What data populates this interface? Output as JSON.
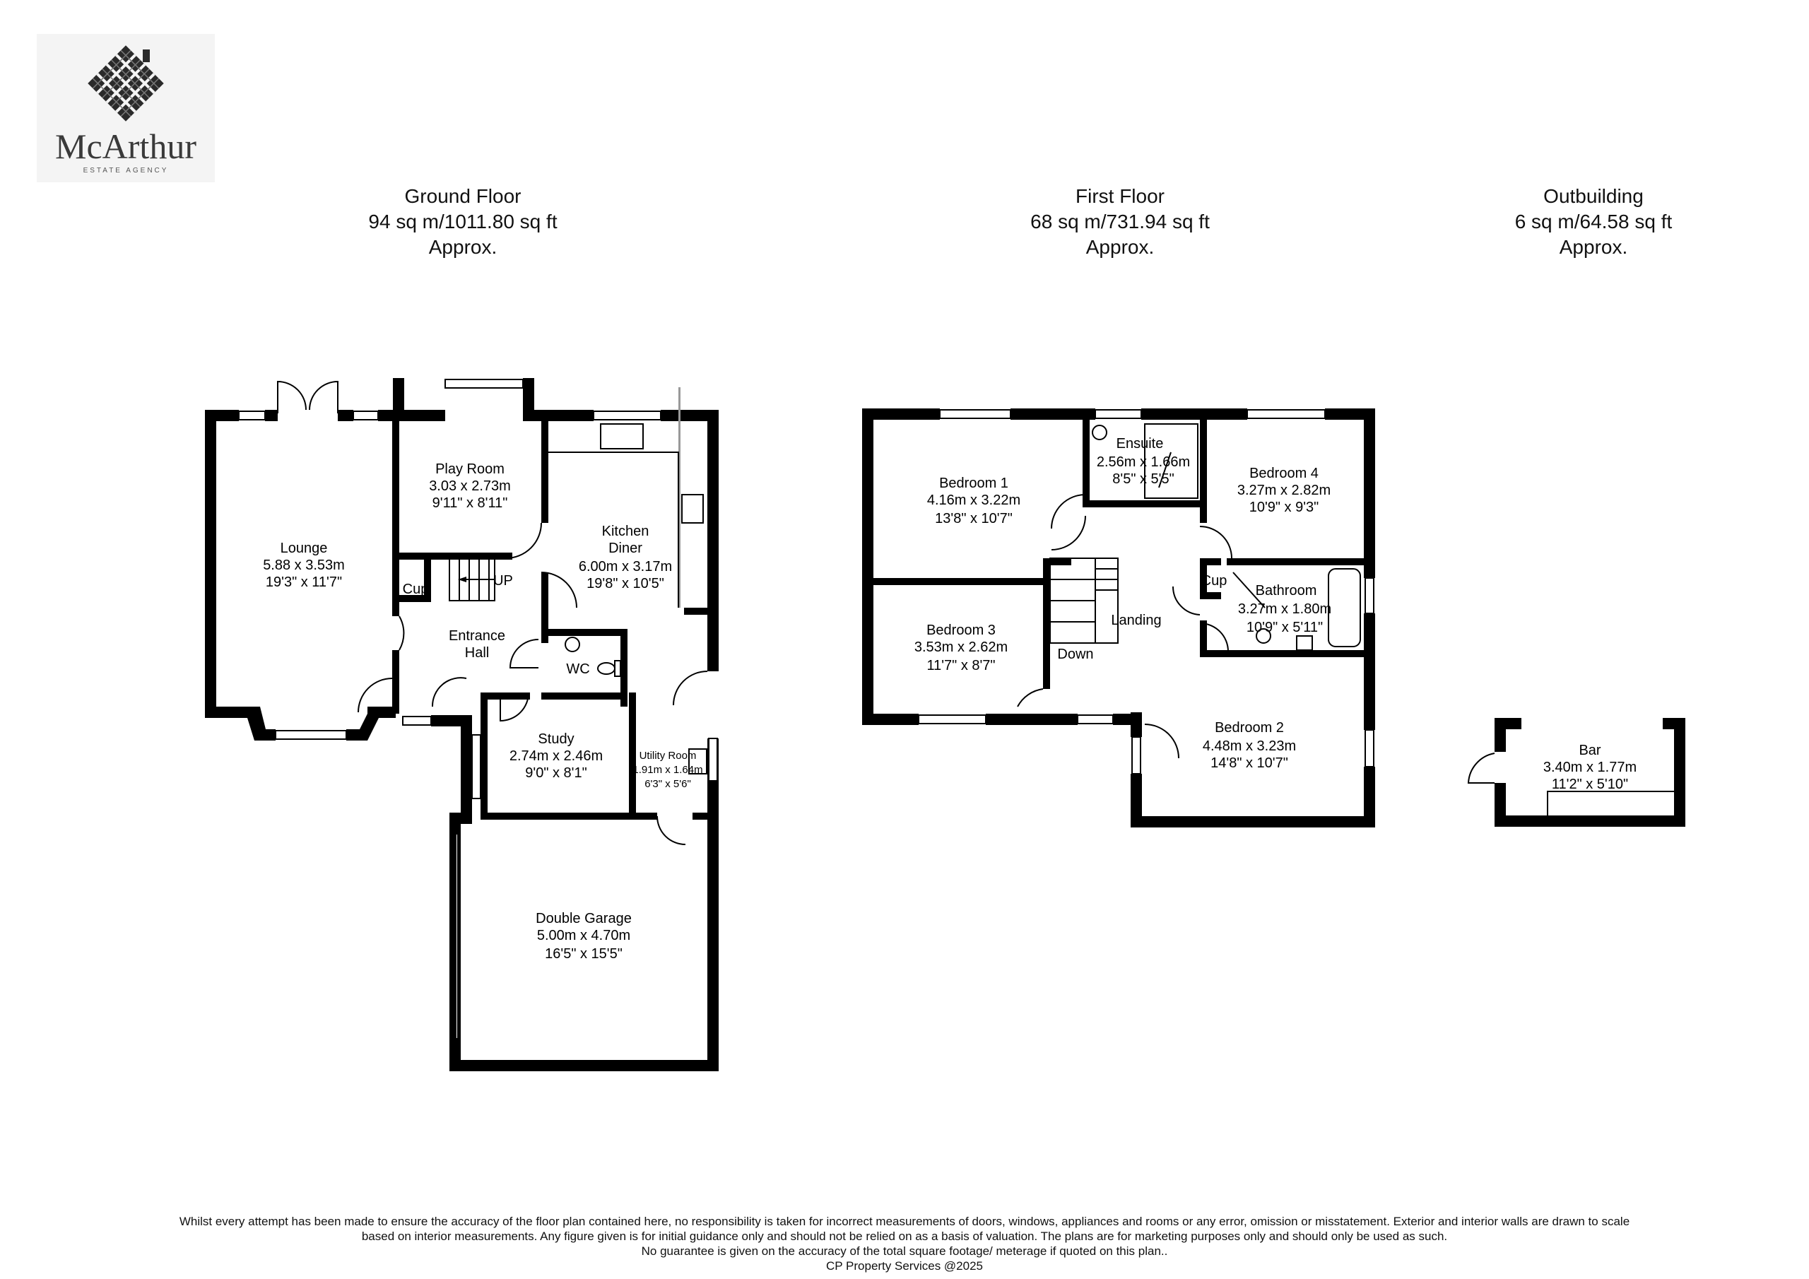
{
  "brand": {
    "name": "McArthur",
    "tagline": "ESTATE AGENCY"
  },
  "floors": [
    {
      "id": "ground",
      "title": "Ground Floor",
      "area": "94 sq m/1011.80 sq ft",
      "approx": "Approx."
    },
    {
      "id": "first",
      "title": "First Floor",
      "area": "68 sq m/731.94 sq ft",
      "approx": "Approx."
    },
    {
      "id": "outbuilding",
      "title": "Outbuilding",
      "area": "6 sq m/64.58 sq ft",
      "approx": "Approx."
    }
  ],
  "rooms": {
    "lounge": {
      "name": "Lounge",
      "metric": "5.88 x 3.53m",
      "imperial": "19'3\" x 11'7\""
    },
    "play_room": {
      "name": "Play Room",
      "metric": "3.03 x 2.73m",
      "imperial": "9'11\" x 8'11\""
    },
    "kitchen": {
      "name1": "Kitchen",
      "name2": "Diner",
      "metric": "6.00m x 3.17m",
      "imperial": "19'8\" x 10'5\""
    },
    "entrance_hall": {
      "name1": "Entrance",
      "name2": "Hall"
    },
    "study": {
      "name": "Study",
      "metric": "2.74m x 2.46m",
      "imperial": "9'0\" x 8'1\""
    },
    "utility": {
      "name": "Utility Room",
      "metric": "1.91m x 1.64m",
      "imperial": "6'3\" x 5'6\""
    },
    "garage": {
      "name": "Double Garage",
      "metric": "5.00m x 4.70m",
      "imperial": "16'5\" x 15'5\""
    },
    "bedroom1": {
      "name": "Bedroom 1",
      "metric": "4.16m x 3.22m",
      "imperial": "13'8\" x 10'7\""
    },
    "ensuite": {
      "name": "Ensuite",
      "metric": "2.56m x 1.66m",
      "imperial": "8'5\" x 5'5\""
    },
    "bedroom4": {
      "name": "Bedroom 4",
      "metric": "3.27m x 2.82m",
      "imperial": "10'9\" x 9'3\""
    },
    "bathroom": {
      "name": "Bathroom",
      "metric": "3.27m x 1.80m",
      "imperial": "10'9\" x 5'11\""
    },
    "bedroom3": {
      "name": "Bedroom 3",
      "metric": "3.53m x 2.62m",
      "imperial": "11'7\" x 8'7\""
    },
    "bedroom2": {
      "name": "Bedroom 2",
      "metric": "4.48m x 3.23m",
      "imperial": "14'8\" x 10'7\""
    },
    "bar": {
      "name": "Bar",
      "metric": "3.40m x 1.77m",
      "imperial": "11'2\" x 5'10\""
    }
  },
  "labels": {
    "cup": "Cup",
    "up": "UP",
    "down": "Down",
    "wc": "WC",
    "landing": "Landing"
  },
  "disclaimer": {
    "line1": "Whilst every attempt has been made to ensure the accuracy of the floor plan contained here, no responsibility is taken for incorrect measurements of doors, windows, appliances and rooms or any error, omission or misstatement. Exterior and interior walls are drawn to scale",
    "line2": "based on interior measurements. Any figure given is for initial guidance only and should not be relied on as a basis of valuation. The plans are for marketing purposes only and should only be used as such.",
    "line3": "No guarantee is given on the accuracy of the total square footage/ meterage if quoted on this plan..",
    "line4": "CP Property Services @2025"
  },
  "colors": {
    "wall": "#000000",
    "background": "#ffffff",
    "logo_bg": "#f4f4f4"
  }
}
